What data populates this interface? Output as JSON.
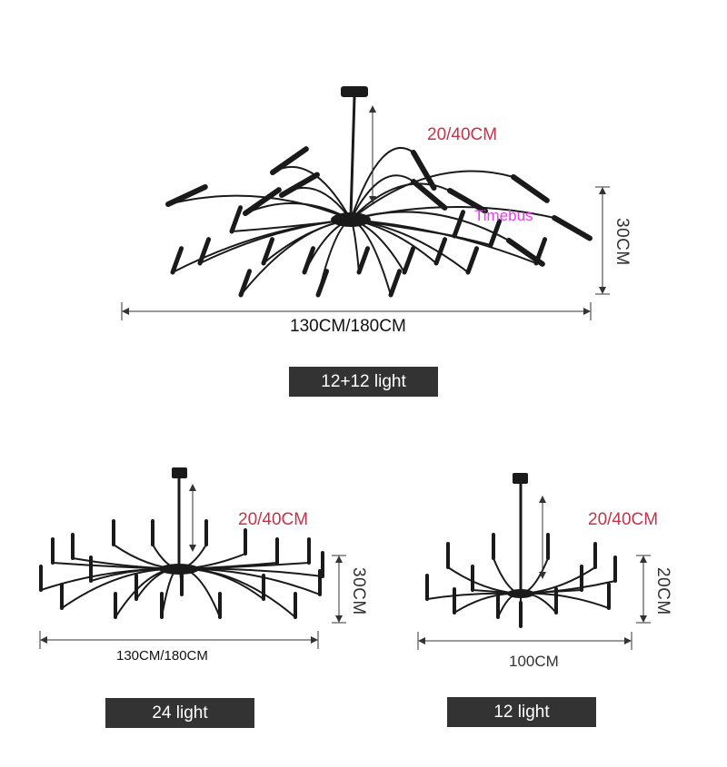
{
  "top": {
    "height_range": "20/40CM",
    "width": "130CM/180CM",
    "drop": "30CM",
    "badge": "12+12 light",
    "watermark": "Timebus"
  },
  "bottom_left": {
    "height_range": "20/40CM",
    "width": "130CM/180CM",
    "drop": "30CM",
    "badge": "24 light"
  },
  "bottom_right": {
    "height_range": "20/40CM",
    "width": "100CM",
    "drop": "20CM",
    "badge": "12 light"
  },
  "colors": {
    "fixture": "#1a1a1a",
    "height_text": "#c4334a",
    "badge_bg": "#333333",
    "badge_text": "#ffffff",
    "watermark": "#e83ee8"
  }
}
